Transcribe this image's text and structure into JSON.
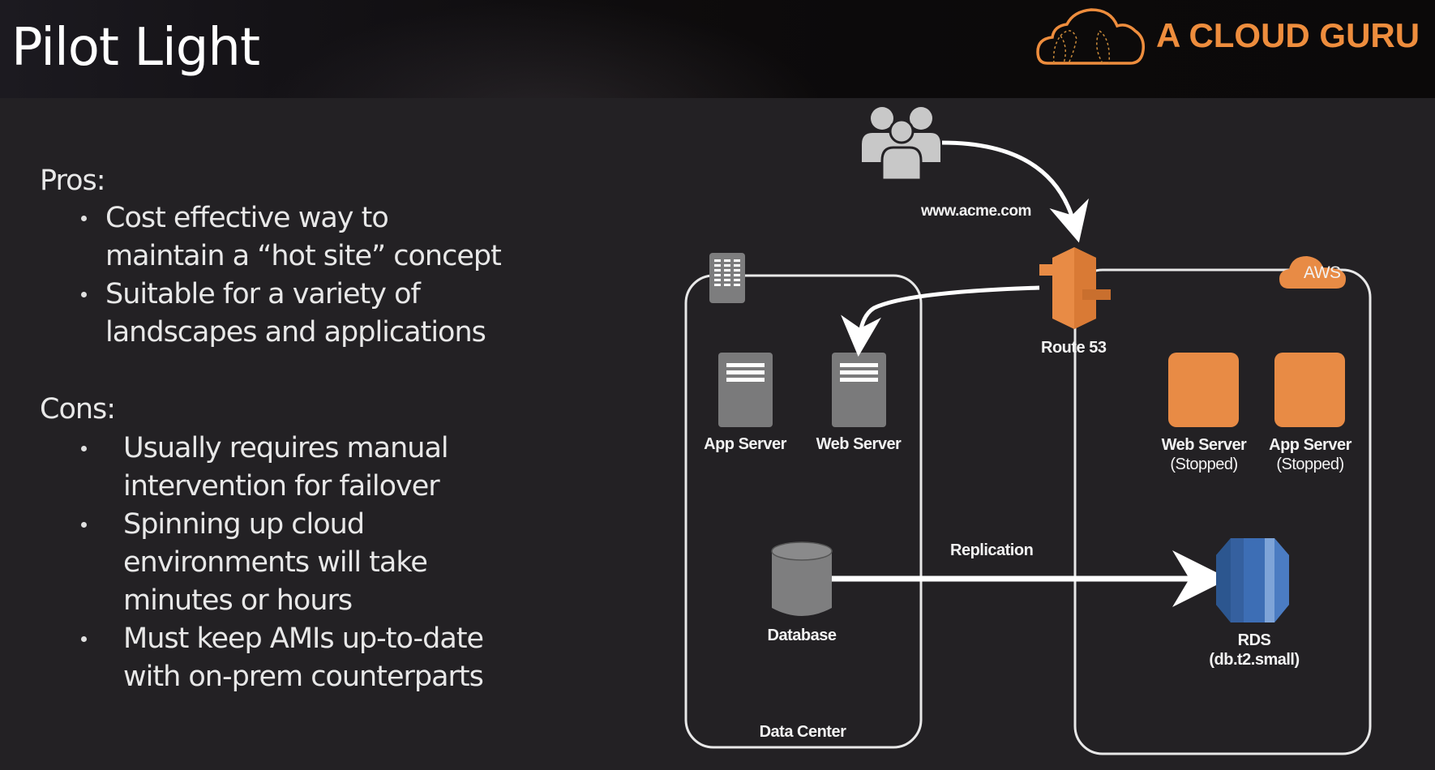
{
  "slide": {
    "title": "Pilot Light",
    "brand": {
      "logo_icon": "cloud-icon",
      "name": "A CLOUD GURU",
      "color": "#ee8d3d"
    }
  },
  "pros": {
    "heading": "Pros:",
    "items": [
      {
        "lines": [
          "Cost effective way to",
          "maintain a “hot site” concept"
        ]
      },
      {
        "lines": [
          "Suitable for a variety of",
          "landscapes and applications"
        ]
      }
    ]
  },
  "cons": {
    "heading": "Cons:",
    "items": [
      {
        "lines": [
          "Usually requires manual",
          "intervention for failover"
        ]
      },
      {
        "lines": [
          "Spinning up cloud",
          "environments will take",
          "minutes or hours"
        ]
      },
      {
        "lines": [
          "Must keep AMIs up-to-date",
          "with on-prem counterparts"
        ]
      }
    ]
  },
  "diagram": {
    "users": {
      "icon": "users-icon",
      "url_label": "www.acme.com"
    },
    "route53": {
      "icon": "route53-icon",
      "label": "Route 53"
    },
    "data_center": {
      "icon": "building-icon",
      "label": "Data Center",
      "app_server": "App Server",
      "web_server": "Web Server",
      "database": "Database"
    },
    "aws": {
      "badge": "AWS",
      "web_server": [
        "Web Server",
        "(Stopped)"
      ],
      "app_server": [
        "App Server",
        "(Stopped)"
      ],
      "rds": [
        "RDS",
        "(db.t2.small)"
      ]
    },
    "replication_label": "Replication",
    "colors": {
      "aws_orange": "#e88b45",
      "rds_blue": "#3d6eb5",
      "server_gray": "#7a7a7b",
      "line": "#ffffff"
    }
  }
}
